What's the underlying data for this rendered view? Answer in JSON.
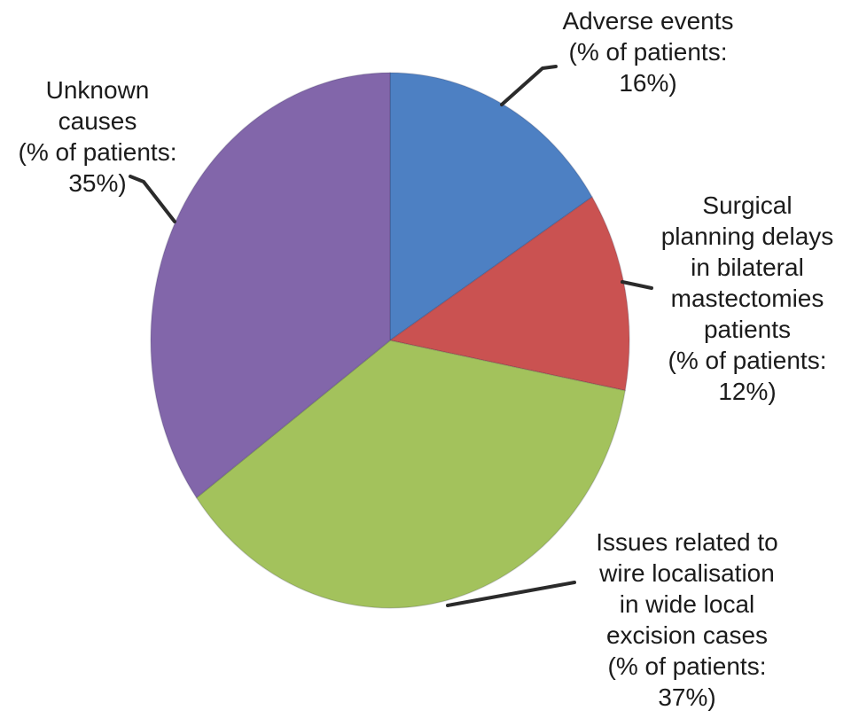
{
  "chart_data": {
    "type": "pie",
    "title": "",
    "legend": "none",
    "background_color": "#ffffff",
    "text_color": "#1b1b1b",
    "leader_line_color": "#2b2b2b",
    "direction": "clockwise",
    "start_angle_deg": 0,
    "total": 100,
    "slices": [
      {
        "slug": "adverse-events",
        "name": "Adverse events",
        "value": 16,
        "unit": "% of patients",
        "color": "#4d80c3",
        "label_text": "Adverse events\n(% of patients:\n16%)"
      },
      {
        "slug": "surgical-planning-delays",
        "name": "Surgical planning delays in bilateral mastectomies patients",
        "value": 12,
        "unit": "% of patients",
        "color": "#ca5251",
        "label_text": "Surgical\nplanning delays\nin bilateral\nmastectomies\npatients\n(% of patients:\n12%)"
      },
      {
        "slug": "wire-localisation-issues",
        "name": "Issues related to wire localisation in wide local excision cases",
        "value": 37,
        "unit": "% of patients",
        "color": "#a3c25c",
        "label_text": "Issues related to\nwire localisation\nin wide local\nexcision cases\n(% of patients:\n37%)"
      },
      {
        "slug": "unknown-causes",
        "name": "Unknown causes",
        "value": 35,
        "unit": "% of patients",
        "color": "#8266aa",
        "label_text": "Unknown\ncauses\n(% of patients:\n35%)"
      }
    ]
  }
}
